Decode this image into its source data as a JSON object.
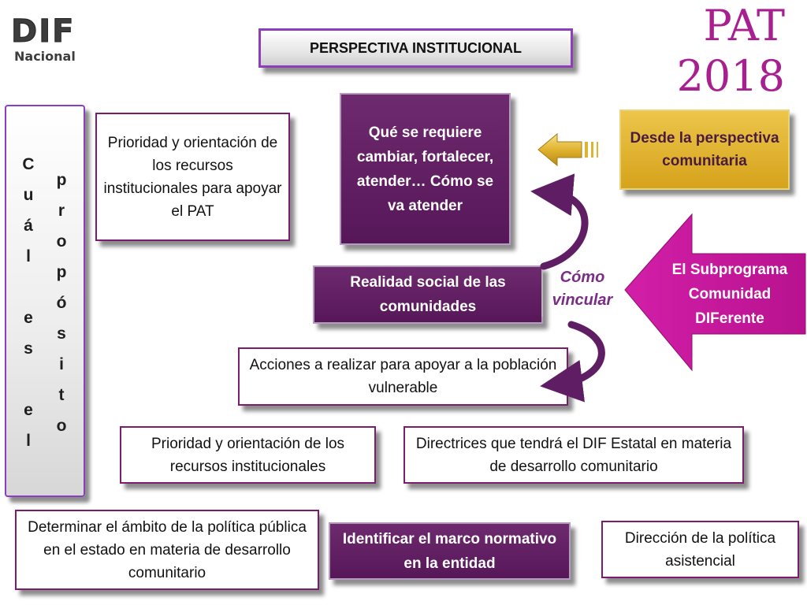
{
  "logo": {
    "brand": "DIF",
    "subtitle": "Nacional"
  },
  "pat": {
    "line1": "PAT",
    "line2": "2018"
  },
  "header": {
    "title": "PERSPECTIVA INSTITUCIONAL"
  },
  "left_panel": {
    "col1": "C\nu\ná\nl\n\ne\ns\n\ne\nl",
    "col2": "p\nr\no\np\nó\ns\ni\nt\no"
  },
  "boxes": {
    "prioridad_apoyo": "Prioridad y orientación de los recursos institucionales para apoyar el PAT",
    "que_cambiar": "Qué se requiere cambiar, fortalecer, atender… Cómo se va atender",
    "desde_perspectiva": "Desde la perspectiva comunitaria",
    "realidad_social": "Realidad social de las comunidades",
    "como_vincular": "Cómo vincular",
    "subprograma": "El Subprograma Comunidad DIFerente",
    "acciones": "Acciones a realizar para apoyar a la población vulnerable",
    "prioridad_recursos": "Prioridad y orientación de los recursos institucionales",
    "directrices": "Directrices que tendrá el DIF Estatal en materia de desarrollo comunitario",
    "determinar": "Determinar el ámbito de la política pública en el estado en materia de desarrollo comunitario",
    "identificar": "Identificar el marco normativo en la entidad",
    "direccion": "Dirección de la política asistencial"
  },
  "colors": {
    "purple": "#5f1d63",
    "magenta": "#c1189a",
    "gold": "#e0b22f",
    "pat": "#a8208f"
  }
}
